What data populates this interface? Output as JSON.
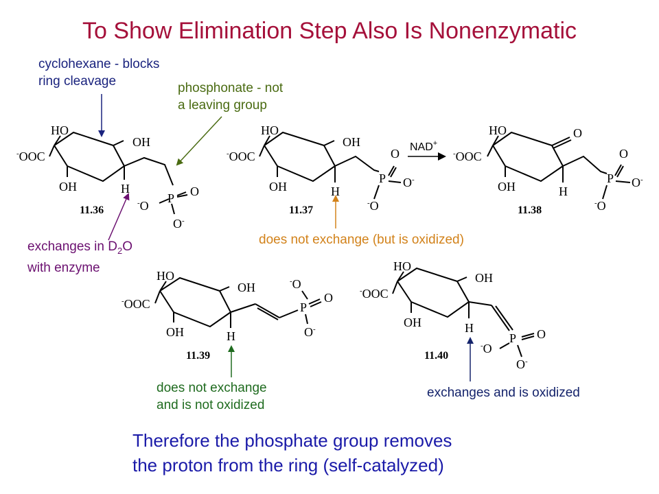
{
  "title": "To Show Elimination Step Also Is Nonenzymatic",
  "notes": {
    "cyclohexane": [
      "cyclohexane - blocks",
      "ring cleavage"
    ],
    "phosphonate": [
      "phosphonate - not",
      "a leaving group"
    ],
    "exchanges_d2o": {
      "line1_pre": "exchanges in D",
      "line1_sub": "2",
      "line1_post": "O",
      "line2": "with enzyme"
    },
    "not_exchange_oxidized": "does not exchange (but is oxidized)",
    "not_exchange_not_oxidized": [
      "does not exchange",
      "and is not oxidized"
    ],
    "exchanges_oxidized": "exchanges and is oxidized"
  },
  "reagent": {
    "label": "NAD",
    "charge": "+"
  },
  "compounds": [
    {
      "id": "11.36"
    },
    {
      "id": "11.37"
    },
    {
      "id": "11.38"
    },
    {
      "id": "11.39"
    },
    {
      "id": "11.40"
    }
  ],
  "atoms": {
    "HO": "HO",
    "OH": "OH",
    "OOC": "OOC",
    "H": "H",
    "P": "P",
    "O": "O",
    "minus": "-"
  },
  "conclusion": [
    "Therefore the phosphate group removes",
    "the proton from the ring (self-catalyzed)"
  ],
  "colors": {
    "title": "#a5103a",
    "cyclohexane": "#1a237e",
    "phosphonate": "#4a6b12",
    "exchanges": "#6b1070",
    "oxidized": "#d2821a",
    "not_oxidized": "#1f6b1f",
    "exchanges_oxidized": "#14236b",
    "conclusion": "#1a1aa8"
  }
}
